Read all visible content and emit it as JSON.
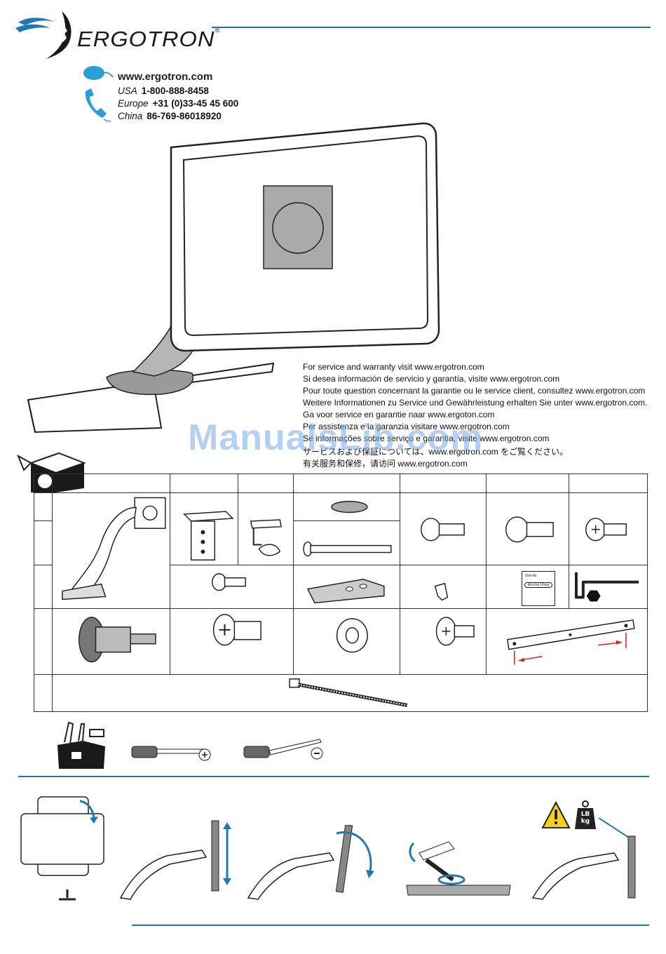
{
  "header": {
    "brand": "ERGOTRON",
    "brand_mark": "®"
  },
  "contact": {
    "website": "www.ergotron.com",
    "phones": [
      {
        "label": "USA",
        "number": "1-800-888-8458"
      },
      {
        "label": "Europe",
        "number": "+31 (0)33-45 45 600"
      },
      {
        "label": "China",
        "number": "86-769-86018920"
      }
    ]
  },
  "service_lines": [
    "For service and warranty visit www.ergotron.com",
    "Si desea información de servicio y garantía, visite www.ergotron.com",
    "Pour toute question concernant la garantie ou le service client, consultez www.ergotron.com",
    "Weitere Informationen zu Service und Gewährleistung erhalten Sie unter www.ergotron.com.",
    "Ga voor service en garantie naar www.ergoton.com",
    "Per assistenza e la garanzia visitare www.ergotron.com",
    "Se informações sobre serviço e garantia, visite www.ergotron.com",
    "サービスおよび保証については、www.ergotron.com をご覧ください。",
    "有关服务和保修，请访问 www.ergotron.com"
  ],
  "watermark": "ManualsLib.com",
  "parts_panel": {
    "alcohol_prep_label": "Alcohol Prep",
    "sterile_label": "Sterile"
  },
  "warning": {
    "weight_label_top": "LB",
    "weight_label_bottom": "kg"
  },
  "colors": {
    "accent_blue": "#1f77b4",
    "icon_blue": "#2a9fd6",
    "warning_yellow": "#f7d117",
    "arrow_red": "#d62020"
  }
}
